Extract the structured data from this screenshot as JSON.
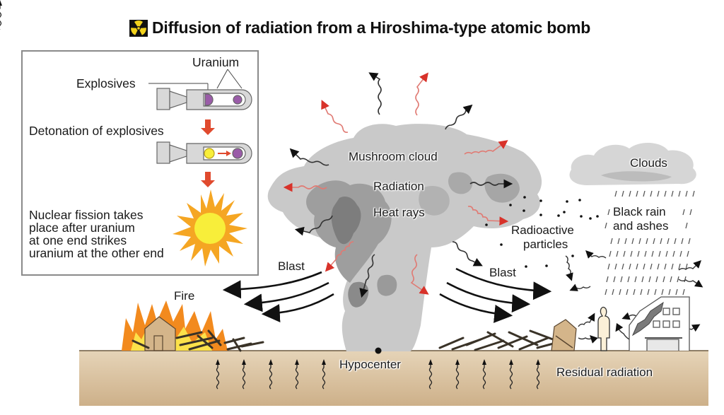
{
  "header": {
    "title": "Diffusion of radiation from a Hiroshima-type atomic bomb",
    "icon": "radiation-trefoil-icon",
    "icon_colors": {
      "background": "#111111",
      "symbol": "#f2d21c"
    }
  },
  "inset": {
    "labels": {
      "uranium": "Uranium",
      "explosives": "Explosives",
      "detonation": "Detonation of explosives",
      "fission_lines": [
        "Nuclear fission takes",
        "place after uranium",
        "at one end strikes",
        "uranium at the other end"
      ]
    },
    "colors": {
      "arrow": "#e04a2e",
      "uranium": "#9a5ca8",
      "flash": "#f8ee3a",
      "starburst": "#f5a623",
      "casing": "#d4d4d4"
    }
  },
  "main": {
    "labels": {
      "mushroom_cloud": "Mushroom cloud",
      "radiation": "Radiation",
      "heat_rays": "Heat rays",
      "clouds": "Clouds",
      "black_rain": [
        "Black rain",
        "and ashes"
      ],
      "radioactive_particles": [
        "Radioactive",
        "particles"
      ],
      "blast_left": "Blast",
      "blast_right": "Blast",
      "fire": "Fire",
      "hypocenter": "Hypocenter",
      "residual_radiation": "Residual radiation"
    },
    "colors": {
      "cloud_light": "#c9c9c9",
      "cloud_mid": "#a9a9a9",
      "cloud_dark": "#7d7d7d",
      "heat_ray": "#d8322a",
      "radiation_ray": "#222222",
      "ground": "#d9c2a0",
      "fire": "#f28a1e",
      "fire_core": "#fce14a"
    }
  }
}
